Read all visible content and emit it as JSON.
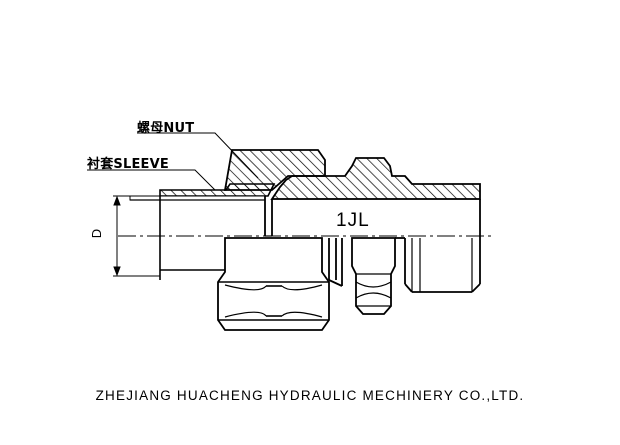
{
  "labels": {
    "nut": "螺母NUT",
    "sleeve": "衬套SLEEVE",
    "model_code": "1JL",
    "dimension": "D"
  },
  "footer": {
    "company": "ZHEJIANG HUACHENG HYDRAULIC MECHINERY CO.,LTD."
  },
  "colors": {
    "ink": "#000000",
    "background": "#ffffff"
  }
}
